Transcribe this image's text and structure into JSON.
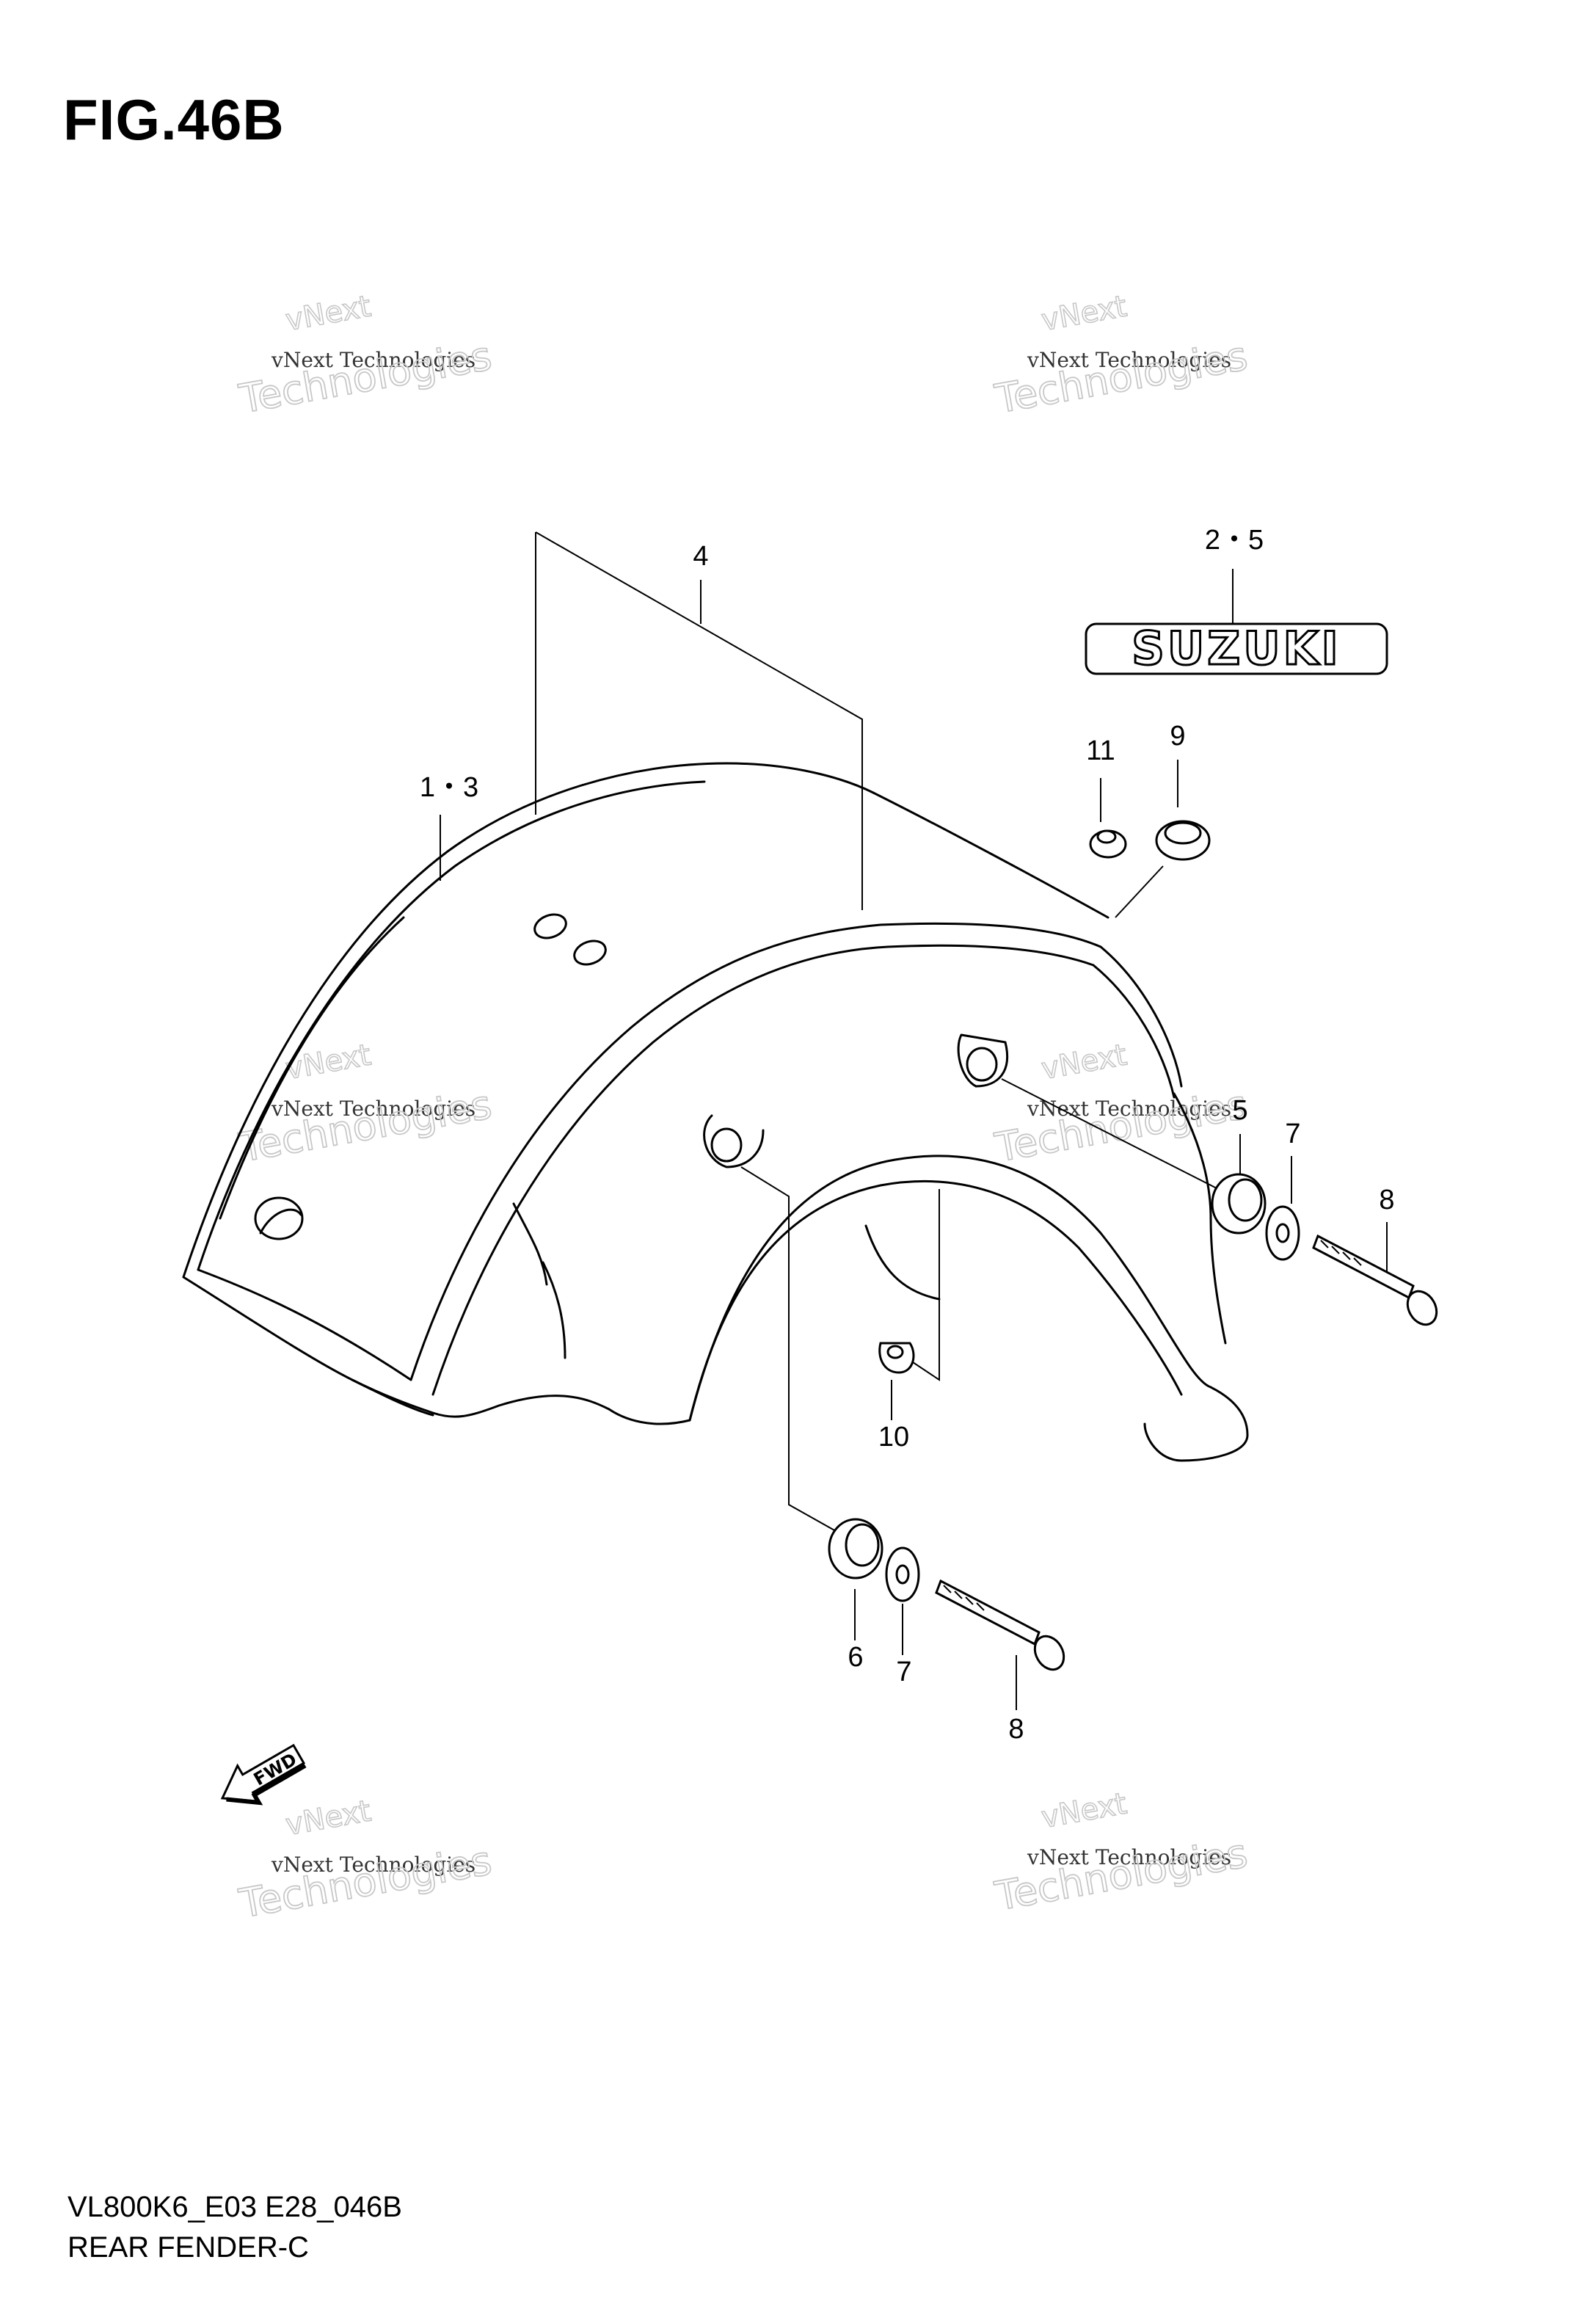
{
  "figure": {
    "title": "FIG.46B",
    "model_code": "VL800K6_E03 E28_046B",
    "section_name": "REAR FENDER-C"
  },
  "callouts": [
    {
      "id": "c-4",
      "label": "4"
    },
    {
      "id": "c-25",
      "label": "2・5"
    },
    {
      "id": "c-13",
      "label": "1・3"
    },
    {
      "id": "c-11",
      "label": "11"
    },
    {
      "id": "c-9",
      "label": "9"
    },
    {
      "id": "c-5",
      "label": "5"
    },
    {
      "id": "c-7a",
      "label": "7"
    },
    {
      "id": "c-8a",
      "label": "8"
    },
    {
      "id": "c-10",
      "label": "10"
    },
    {
      "id": "c-6",
      "label": "6"
    },
    {
      "id": "c-7b",
      "label": "7"
    },
    {
      "id": "c-8b",
      "label": "8"
    }
  ],
  "emblem": {
    "text": "SUZUKI"
  },
  "fwd_arrow": {
    "text": "FWD"
  },
  "watermark": {
    "line1": "vNext",
    "line2": "vNext Technologies",
    "line3": "Technologies"
  }
}
